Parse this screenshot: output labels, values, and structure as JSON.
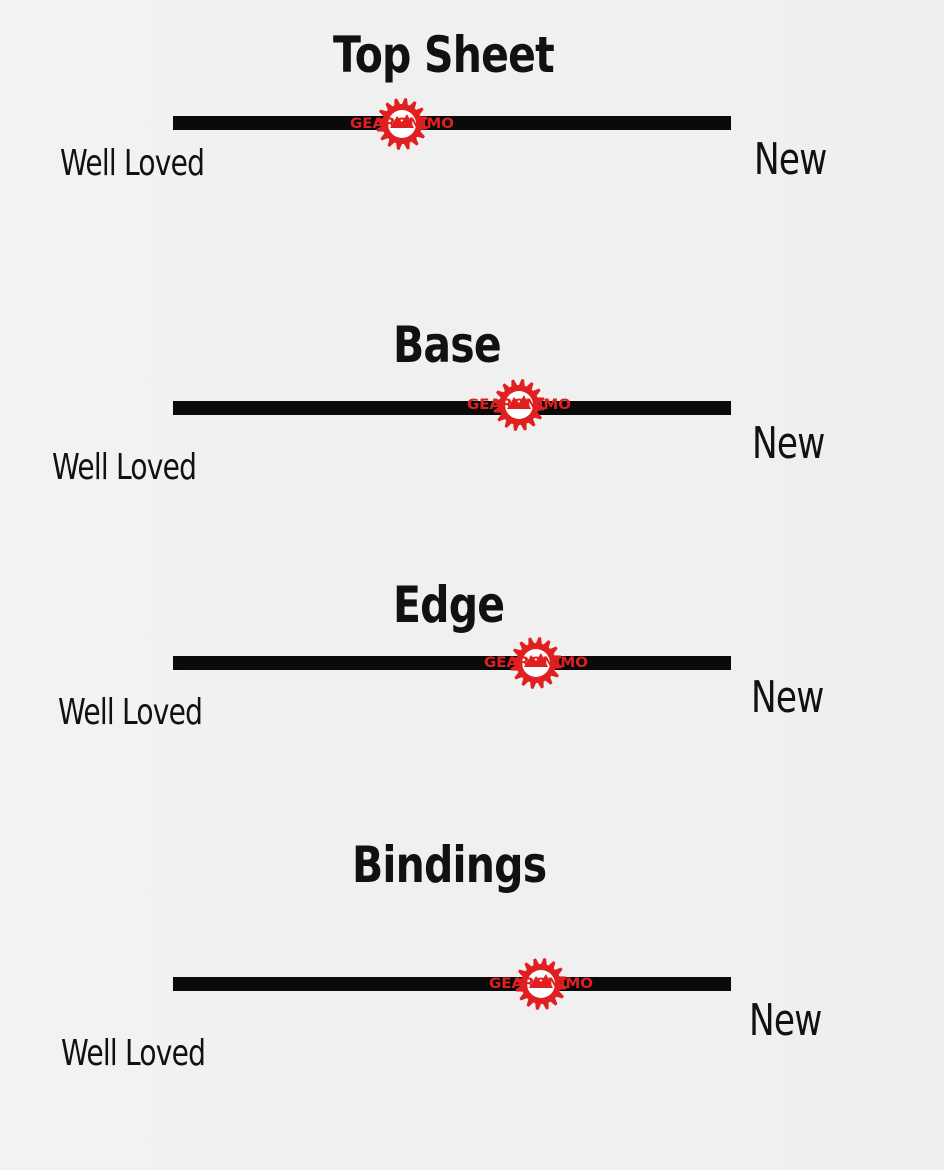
{
  "brand": {
    "name": "GEARONIMO",
    "color": "#e02020"
  },
  "scale_low_label": "Well Loved",
  "scale_high_label": "New",
  "sections": [
    {
      "title": "Top Sheet",
      "rating": 0.41
    },
    {
      "title": "Base",
      "rating": 0.62
    },
    {
      "title": "Edge",
      "rating": 0.65
    },
    {
      "title": "Bindings",
      "rating": 0.66
    }
  ]
}
